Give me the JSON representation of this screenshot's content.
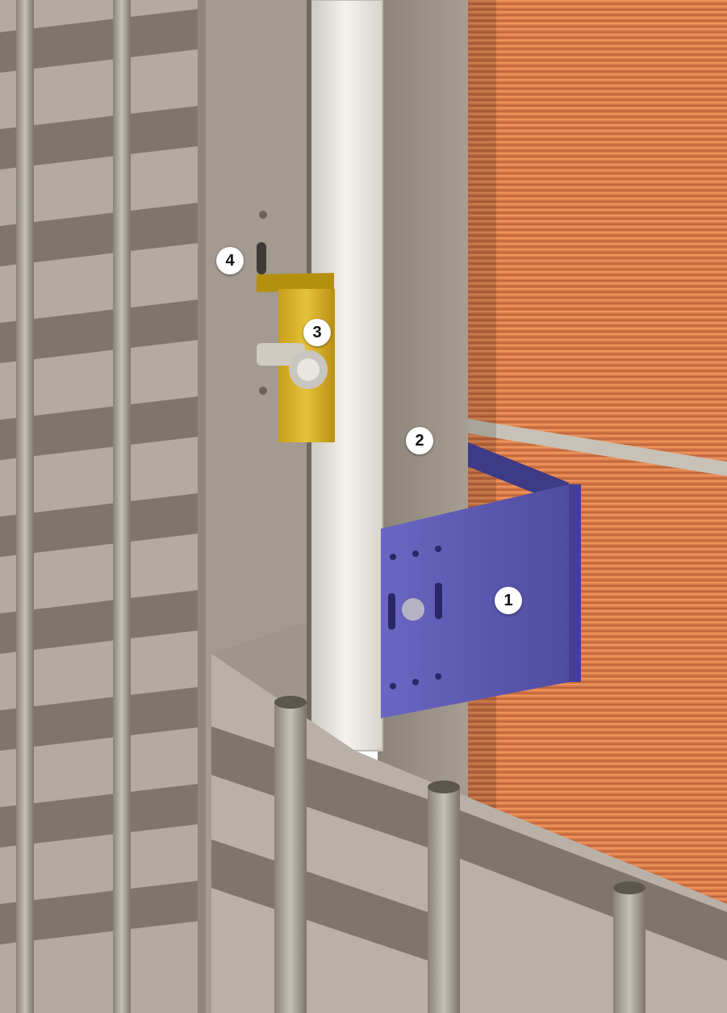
{
  "figure": {
    "colors": {
      "background_accent": "#8cb4cf",
      "woven_panel": "#b3aba2",
      "woven_panel_shadow": "#6f6861",
      "support_profile": "#9b9287",
      "wood_batten": "#e6e4dd",
      "wall_bracket": "#5a56ad",
      "clip_bracket": "#d8b123",
      "brick_wall": "#d9713a",
      "brick_mortar": "#c8c2b6"
    },
    "callouts": [
      {
        "id": "1",
        "label": "1"
      },
      {
        "id": "2",
        "label": "2"
      },
      {
        "id": "3",
        "label": "3"
      },
      {
        "id": "4",
        "label": "4"
      }
    ]
  }
}
